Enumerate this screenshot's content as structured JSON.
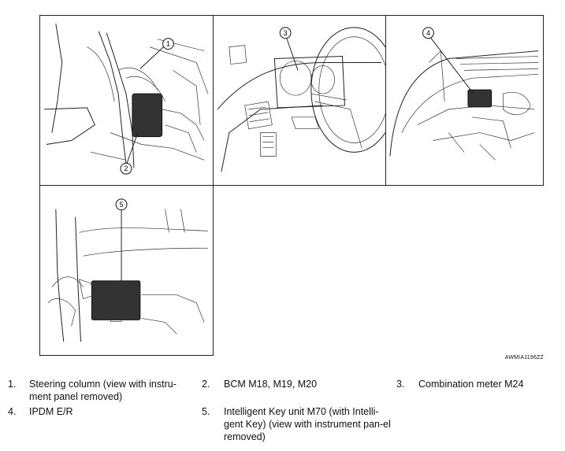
{
  "callouts": {
    "c1": "1",
    "c2": "2",
    "c3": "3",
    "c4": "4",
    "c5": "5"
  },
  "figure_code": "AWMIA1196ZZ",
  "legend": [
    {
      "num": "1.",
      "text": "Steering column (view with instru-ment panel removed)"
    },
    {
      "num": "2.",
      "text": "BCM M18, M19, M20"
    },
    {
      "num": "3.",
      "text": "Combination meter M24"
    },
    {
      "num": "4.",
      "text": "IPDM E/R"
    },
    {
      "num": "5.",
      "text": "Intelligent Key unit M70 (with Intelli-gent Key) (view with instrument pan-el removed)"
    }
  ]
}
